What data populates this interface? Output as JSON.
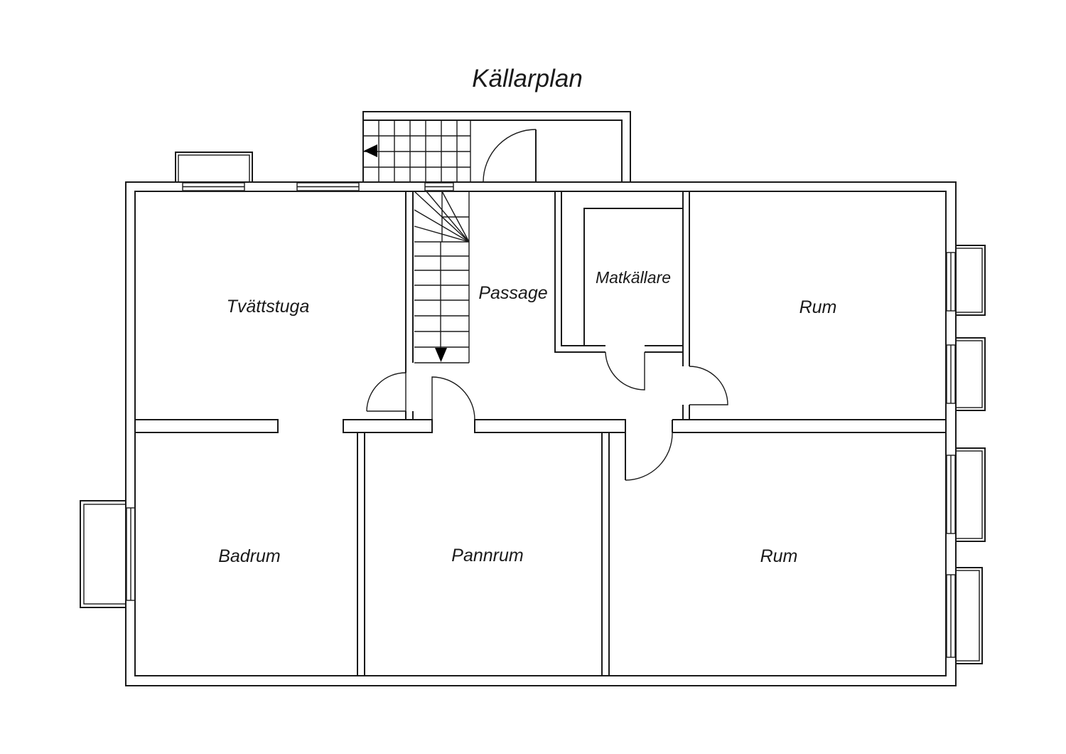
{
  "title": "Källarplan",
  "rooms": {
    "tvattstuga": "Tvättstuga",
    "passage": "Passage",
    "matkallare": "Matkällare",
    "rum_top": "Rum",
    "badrum": "Badrum",
    "pannrum": "Pannrum",
    "rum_bottom": "Rum"
  },
  "colors": {
    "line": "#1a1a1a",
    "background": "#ffffff"
  },
  "icons": [
    "stair-up-arrow-icon",
    "stair-down-arrow-icon"
  ]
}
